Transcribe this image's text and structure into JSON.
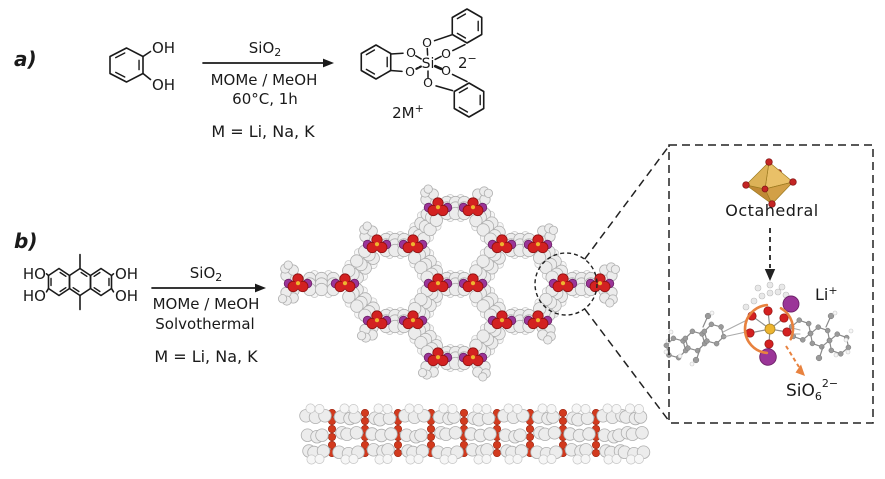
{
  "colors": {
    "panel_label": "#a21d7d",
    "line": "#1a1a1a",
    "orange": "#e8823f",
    "li_purple": "#a226a2",
    "sphere_white_fill": "#ececec",
    "sphere_white_stroke": "#aeaeae",
    "sphere_h_fill": "#f6f6f6",
    "sphere_h_stroke": "#c6c6c6",
    "sphere_red_fill": "#d32121",
    "sphere_red_stroke": "#8f1111",
    "node_purple_fill": "#9b3598",
    "node_purple_stroke": "#6d2168",
    "si_yellow": "#edb52f",
    "pillar_red": "#d23a1e",
    "octa_gold_1": "#e9c068",
    "octa_gold_2": "#d2a047",
    "octa_gold_3": "#c08a35",
    "octa_gold_4": "#dcb257",
    "octa_edge": "#9c7a20",
    "octa_red": "#c32524",
    "ball_gray": "#9a9a9a",
    "ball_edge": "#7c7c7c",
    "stick_gray": "#8a8a8a",
    "dash_black": "#222222"
  },
  "panel_a": {
    "label": "a)",
    "reactant": {
      "oh_top": "OH",
      "oh_bottom": "OH"
    },
    "arrow": {
      "above_base": "SiO",
      "above_sub": "2",
      "below_line1": "MOMe / MeOH",
      "below_line2": "60°C, 1h"
    },
    "metals_note": "M = Li, Na, K",
    "product": {
      "si_label": "Si",
      "o_labels": [
        "O",
        "O",
        "O",
        "O",
        "O",
        "O"
      ],
      "charge_base": "2",
      "charge_sup": "−",
      "counterion_base": "2M",
      "counterion_sup": "+"
    }
  },
  "panel_b": {
    "label": "b)",
    "reactant": {
      "ho_top": "HO",
      "ho_bottom": "HO",
      "oh_top": "OH",
      "oh_bottom": "OH"
    },
    "arrow": {
      "above_base": "SiO",
      "above_sub": "2",
      "below_line1": "MOMe / MeOH",
      "below_line2": "Solvothermal"
    },
    "metals_note": "M = Li, Na, K"
  },
  "inset": {
    "octahedral_label": "Octahedral",
    "li_base": "Li",
    "li_sup": "+",
    "sio6_base": "SiO",
    "sio6_sub": "6",
    "sio6_sup": "2−"
  }
}
